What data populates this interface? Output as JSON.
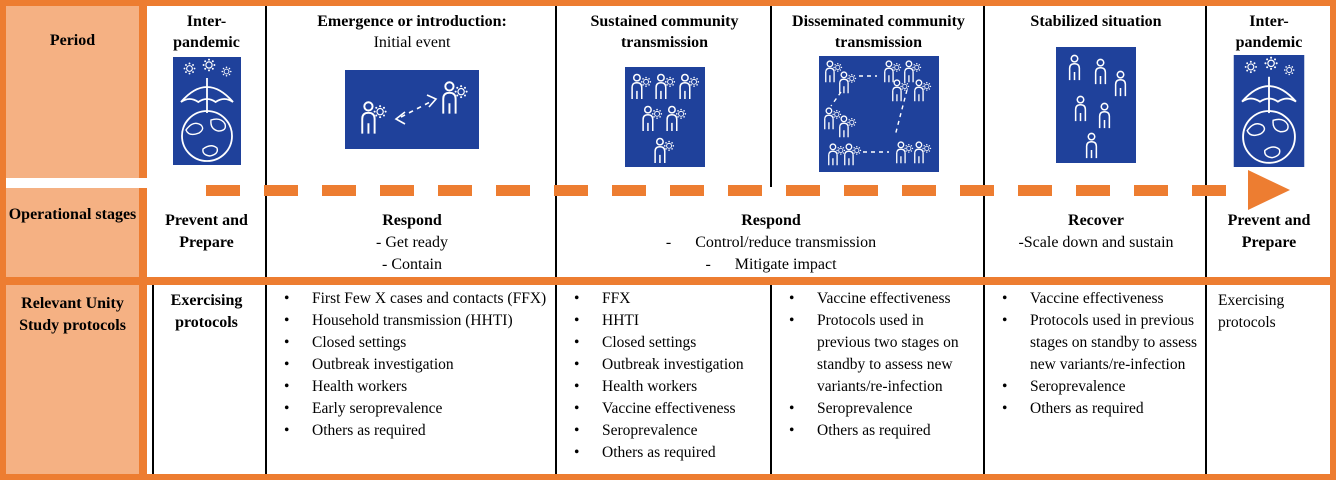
{
  "colors": {
    "orange": "#ED7D31",
    "orange_light": "#F5B183",
    "icon_blue": "#1F419B",
    "grid_line": "#000000"
  },
  "left_labels": {
    "period": "Period",
    "stages": "Operational stages",
    "protocols": "Relevant Unity Study protocols"
  },
  "period_cells": [
    {
      "icon": "umbrella-globe-virus-icon",
      "title_lines": [
        "Inter-",
        "pandemic"
      ],
      "subtitle": ""
    },
    {
      "icon": "person-to-person-transmission-icon",
      "title_lines": [
        "Emergence or introduction:"
      ],
      "subtitle": "Initial event"
    },
    {
      "icon": "people-cluster-virus-icon",
      "title_lines": [
        "Sustained community",
        "transmission"
      ],
      "subtitle": ""
    },
    {
      "icon": "people-network-virus-icon",
      "title_lines": [
        "Disseminated community",
        "transmission"
      ],
      "subtitle": ""
    },
    {
      "icon": "people-icon",
      "title_lines": [
        "Stabilized situation"
      ],
      "subtitle": ""
    },
    {
      "icon": "umbrella-globe-virus-icon",
      "title_lines": [
        "Inter-",
        "pandemic"
      ],
      "subtitle": ""
    }
  ],
  "stage_cells": [
    {
      "title": "Prevent and Prepare",
      "details": []
    },
    {
      "title": "Respond",
      "details": [
        "- Get ready",
        "- Contain"
      ]
    },
    {
      "title": "Respond",
      "details": [
        "-      Control/reduce transmission",
        "-      Mitigate impact"
      ]
    },
    {
      "title": "Recover",
      "details": [
        "-Scale down and sustain"
      ]
    },
    {
      "title": "Prevent and Prepare",
      "details": []
    }
  ],
  "protocol_cells": [
    {
      "text": "Exercising protocols",
      "items": []
    },
    {
      "text": "",
      "items": [
        "First Few X cases and contacts (FFX)",
        "Household transmission (HHTI)",
        "Closed settings",
        "Outbreak investigation",
        "Health workers",
        "Early seroprevalence",
        "Others as required"
      ]
    },
    {
      "text": "",
      "items": [
        "FFX",
        "HHTI",
        "Closed settings",
        "Outbreak investigation",
        "Health workers",
        "Vaccine effectiveness",
        "Seroprevalence",
        "Others as required"
      ]
    },
    {
      "text": "",
      "items": [
        "Vaccine effectiveness",
        "Protocols used in previous two stages on standby to assess new variants/re-infection",
        "Seroprevalence",
        "Others as required"
      ]
    },
    {
      "text": "",
      "items": [
        "Vaccine effectiveness",
        "Protocols used in previous stages on standby to assess new variants/re-infection",
        "Seroprevalence",
        "Others as required"
      ]
    },
    {
      "text": "Exercising protocols",
      "items": []
    }
  ]
}
